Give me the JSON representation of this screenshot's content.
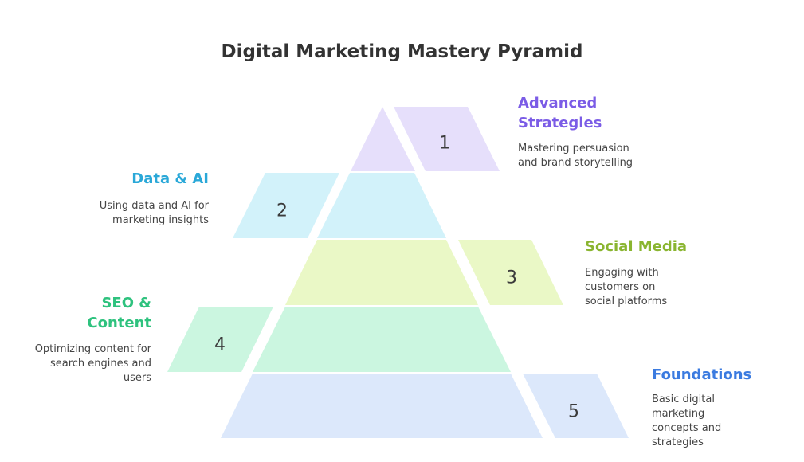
{
  "title": "Digital Marketing Mastery Pyramid",
  "levels": [
    {
      "number": "1",
      "label": "Advanced Strategies",
      "description": "Mastering persuasion and brand storytelling",
      "color": "#e6dffb",
      "accent": "#7b5ce6"
    },
    {
      "number": "2",
      "label": "Data & AI",
      "description": "Using data and AI for marketing insights",
      "color": "#d2f2fa",
      "accent": "#2aa8d8"
    },
    {
      "number": "3",
      "label": "Social Media",
      "description": "Engaging with customers on social platforms",
      "color": "#eaf8c6",
      "accent": "#8ab530"
    },
    {
      "number": "4",
      "label": "SEO & Content",
      "description": "Optimizing content for search engines and users",
      "color": "#cbf6e0",
      "accent": "#2ec27e"
    },
    {
      "number": "5",
      "label": "Foundations",
      "description": "Basic digital marketing concepts and strategies",
      "color": "#dce8fb",
      "accent": "#3b7be0"
    }
  ]
}
